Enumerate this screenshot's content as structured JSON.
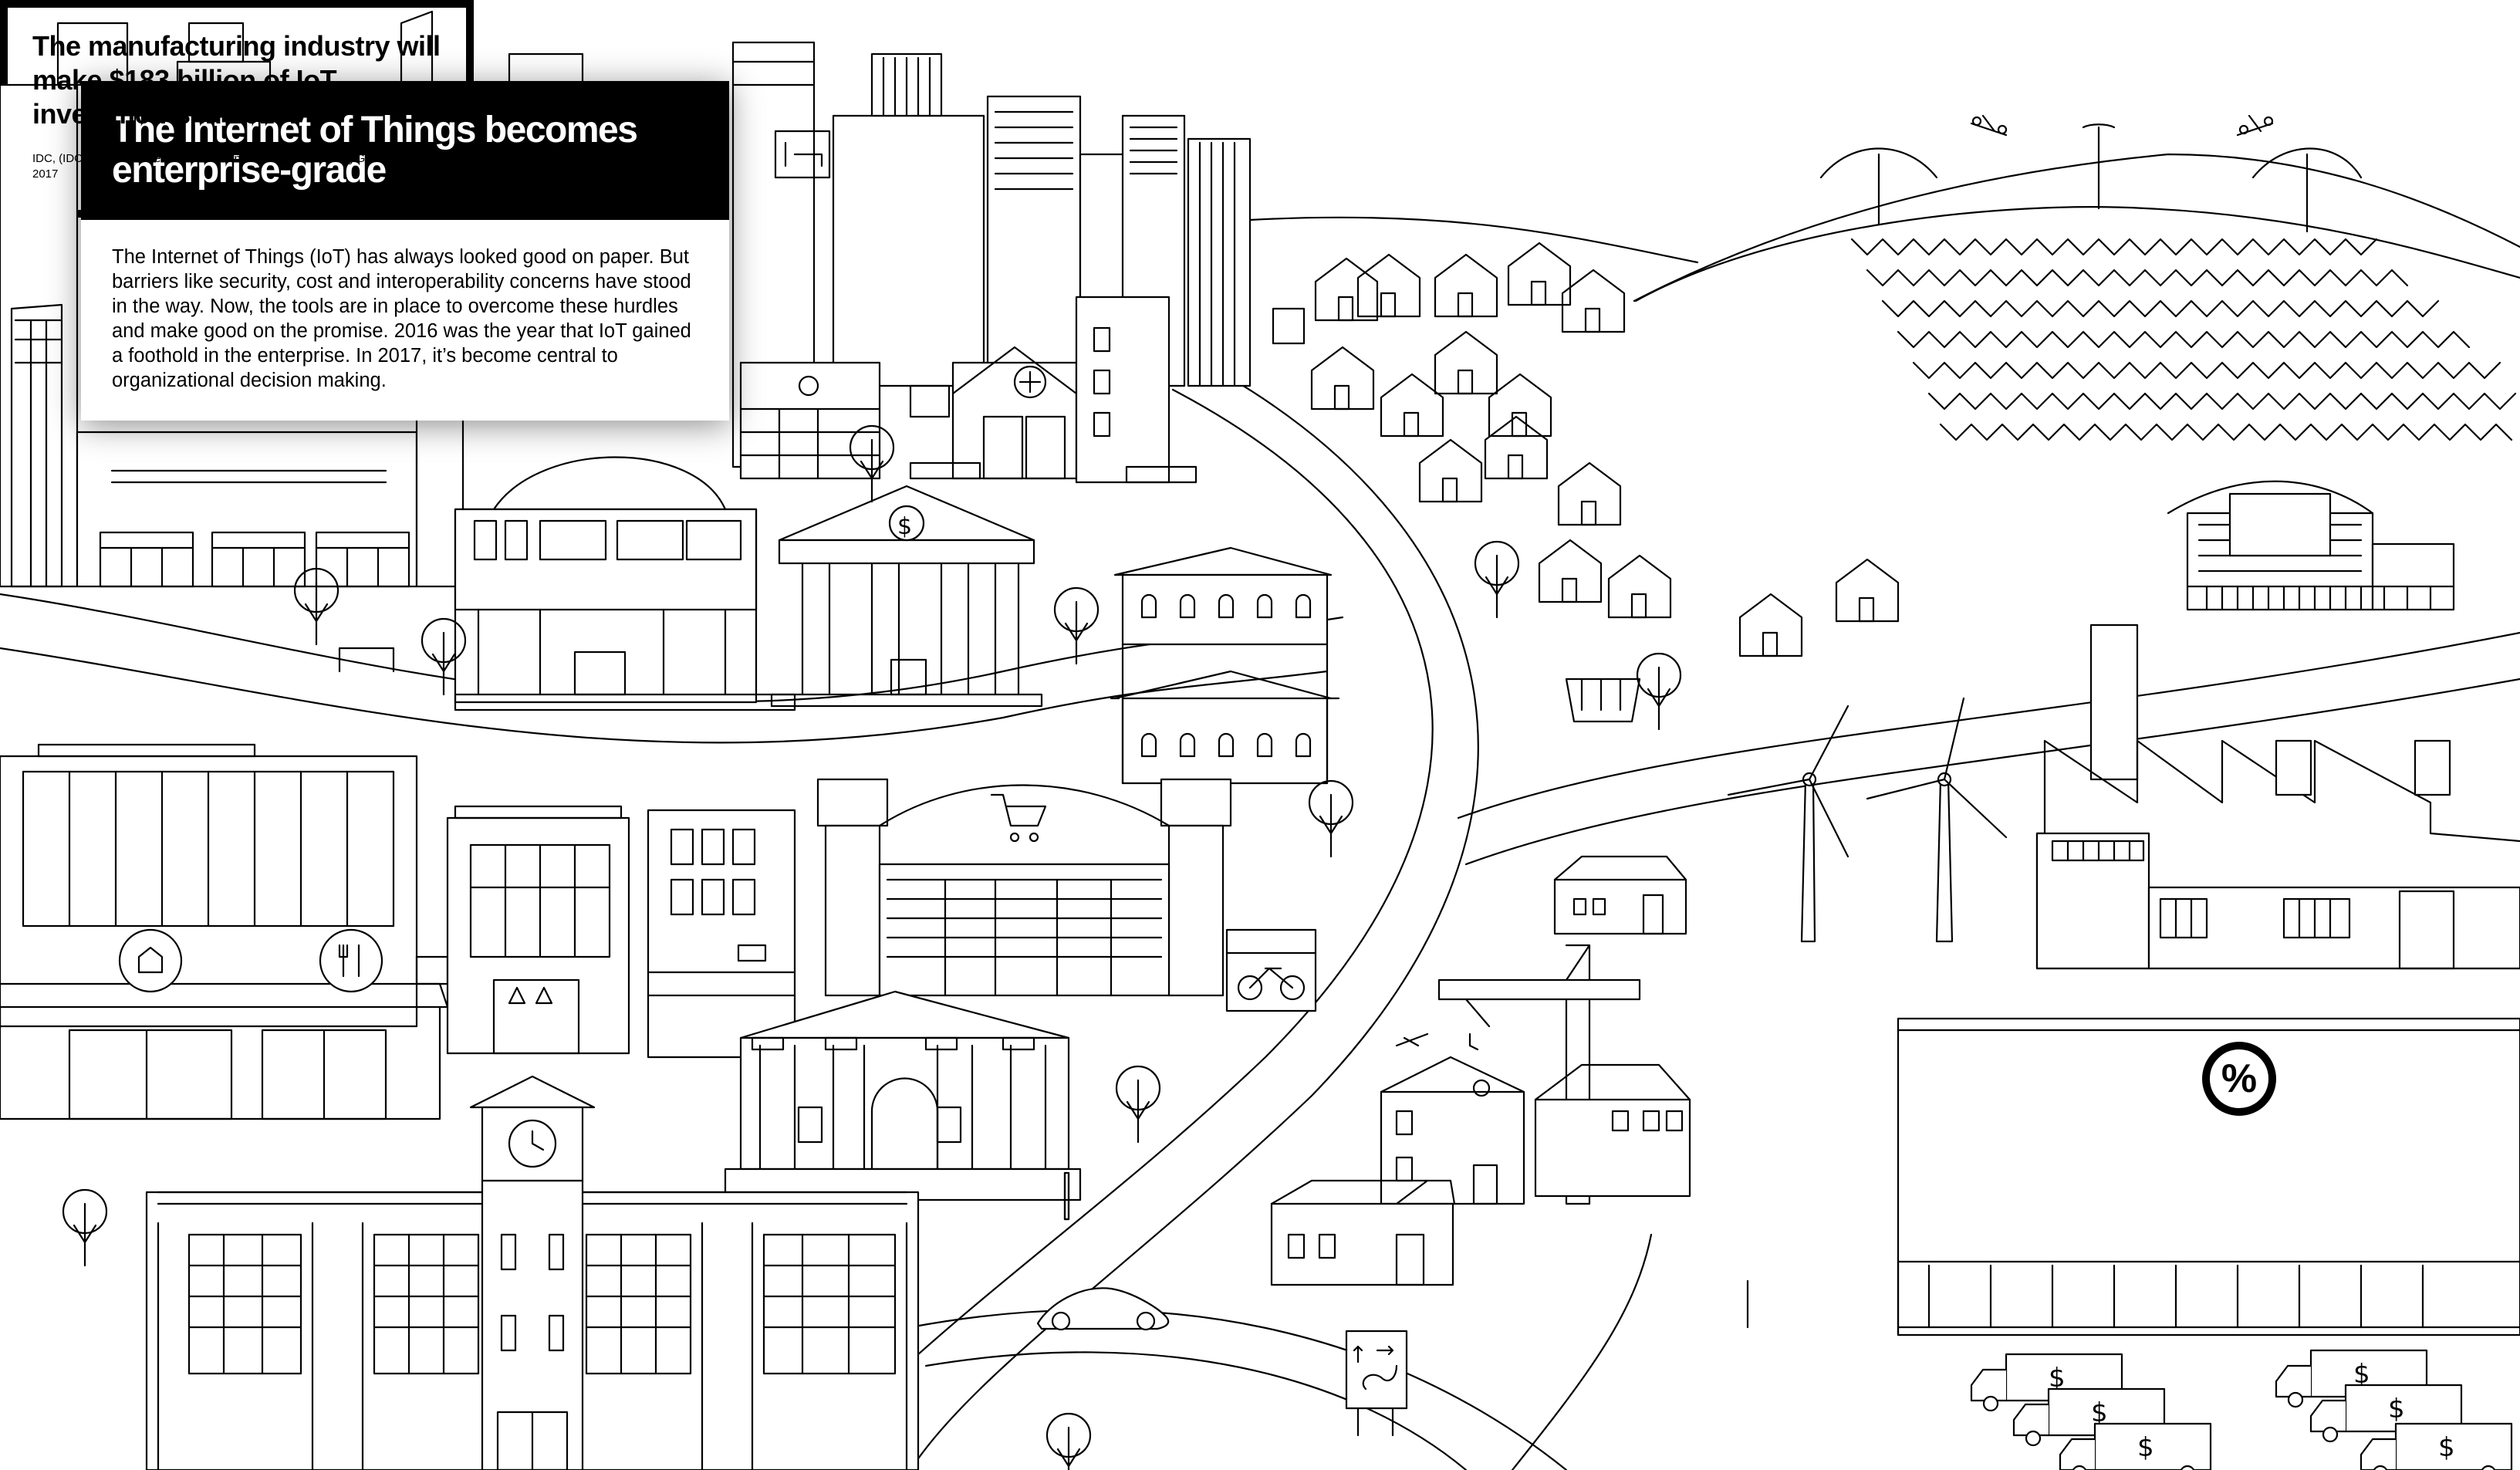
{
  "intro": {
    "title": "The Internet of Things becomes enterprise-grade",
    "body": "The Internet of Things (IoT) has always looked good on paper. But barriers like security, cost and interoperability concerns have stood in the way. Now, the tools are in place to overcome these hurdles and make good on the promise. 2016 was the year that IoT gained a foothold in the enterprise. In 2017, it’s become central to organizational decision making."
  },
  "stat": {
    "headline": "The manufacturing industry will make $183 billion of IoT investments in 2017.",
    "source": "IDC, (IDC) Worldwide Semiannual Internet of Things Spending Guide, June 2017",
    "badge": "%"
  },
  "icons": {
    "bank_sign": "dollar-icon",
    "hospital_sign": "cross-icon",
    "clock_sign": "clock-icon",
    "shop_cart": "shopping-cart-icon",
    "cafe_cup": "coffee-cup-icon",
    "bike_sign": "bicycle-icon",
    "home_sign": "home-icon",
    "restaurant_sign": "fork-knife-icon",
    "money_trucks": "dollar-icon"
  },
  "colors": {
    "line": "#000000",
    "background": "#ffffff"
  }
}
